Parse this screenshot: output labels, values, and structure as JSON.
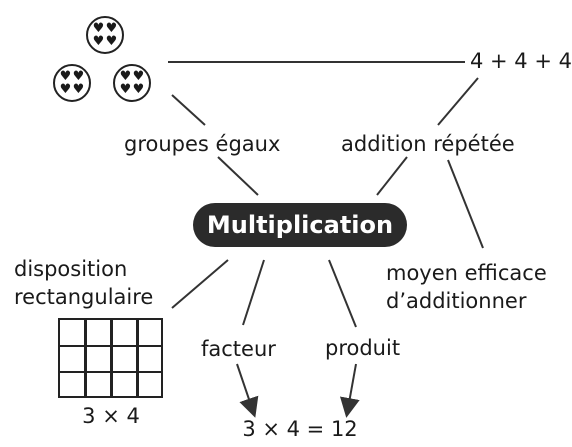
{
  "colors": {
    "pill_bg": "#2b2b2b",
    "line": "#333333",
    "text": "#1a1a1a"
  },
  "icons": {
    "bubble_content": "heart-icon"
  },
  "center": {
    "label": "Multiplication"
  },
  "nodes": {
    "equal_groups": "groupes égaux",
    "repeated_addition": "addition répétée",
    "repeated_addition_example": "4 + 4 + 4",
    "rectangular_array_line1": "disposition",
    "rectangular_array_line2": "rectangulaire",
    "array_caption": "3 × 4",
    "efficient_line1": "moyen efficace",
    "efficient_line2": "d’additionner",
    "factor": "facteur",
    "product": "produit",
    "equation": "3 × 4 = 12"
  },
  "groups": {
    "count": 3,
    "hearts_per_group": 4
  },
  "array": {
    "rows": 3,
    "cols": 4
  }
}
